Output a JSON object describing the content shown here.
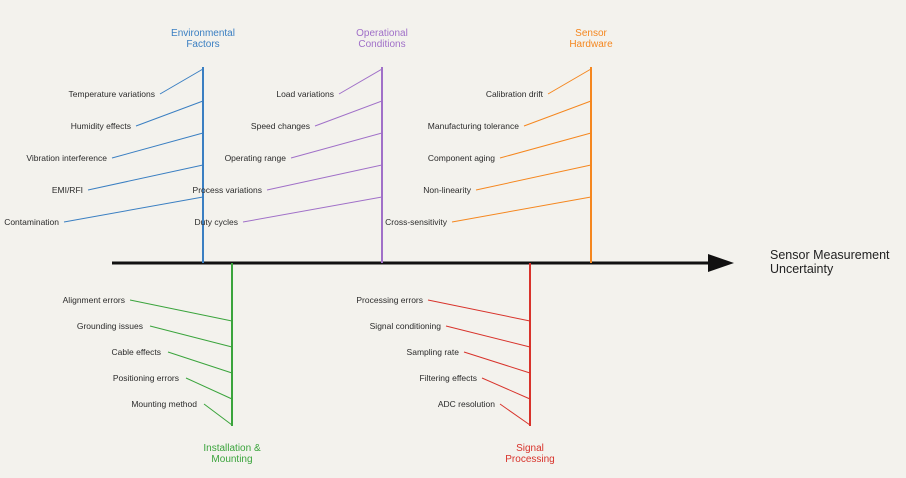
{
  "effect": {
    "label_line1": "Sensor Measurement",
    "label_line2": "Uncertainty"
  },
  "categories": [
    {
      "key": "environmental",
      "title_line1": "Environmental",
      "title_line2": "Factors",
      "color": "#3a7fc2",
      "causes": [
        "Temperature variations",
        "Humidity effects",
        "Vibration interference",
        "EMI/RFI",
        "Contamination"
      ]
    },
    {
      "key": "operational",
      "title_line1": "Operational",
      "title_line2": "Conditions",
      "color": "#a070c8",
      "causes": [
        "Load variations",
        "Speed changes",
        "Operating range",
        "Process variations",
        "Duty cycles"
      ]
    },
    {
      "key": "hardware",
      "title_line1": "Sensor",
      "title_line2": "Hardware",
      "color": "#f5871f",
      "causes": [
        "Calibration drift",
        "Manufacturing tolerance",
        "Component aging",
        "Non-linearity",
        "Cross-sensitivity"
      ]
    },
    {
      "key": "installation",
      "title_line1": "Installation &",
      "title_line2": "Mounting",
      "color": "#3aa43c",
      "causes": [
        "Alignment errors",
        "Grounding issues",
        "Cable effects",
        "Positioning errors",
        "Mounting method"
      ]
    },
    {
      "key": "signal",
      "title_line1": "Signal",
      "title_line2": "Processing",
      "color": "#d8332b",
      "causes": [
        "Processing errors",
        "Signal conditioning",
        "Sampling rate",
        "Filtering effects",
        "ADC resolution"
      ]
    }
  ]
}
